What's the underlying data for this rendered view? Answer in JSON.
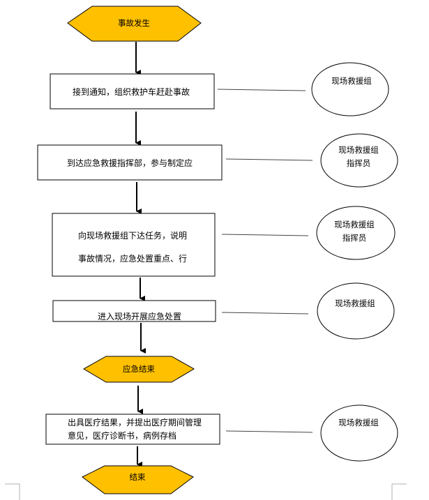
{
  "diagram": {
    "title_colors": {
      "terminal_fill": "#FFC000",
      "stroke": "#000000",
      "connector": "#555555"
    },
    "start": {
      "label": "事故发生"
    },
    "steps": [
      {
        "lines": [
          "接到通知，组织救护车赶赴事故"
        ],
        "role": [
          "现场救援组"
        ]
      },
      {
        "lines": [
          "到达应急救援指挥部，参与制定应"
        ],
        "role": [
          "现场救援组",
          "指挥员"
        ]
      },
      {
        "lines": [
          "向现场救援组下达任务，说明",
          "事故情况，应急处置重点、行"
        ],
        "role": [
          "现场救援组",
          "指挥员"
        ]
      },
      {
        "lines": [
          "进入现场开展应急处置"
        ],
        "role": [
          "现场救援组"
        ]
      }
    ],
    "mid_terminal": {
      "label": "应急结束"
    },
    "final_step": {
      "lines": [
        "出具医疗结果，并提出医疗期间管理",
        "意见，医疗诊断书，病例存档"
      ],
      "role": [
        "现场救援组"
      ]
    },
    "end": {
      "label": "结束"
    }
  }
}
